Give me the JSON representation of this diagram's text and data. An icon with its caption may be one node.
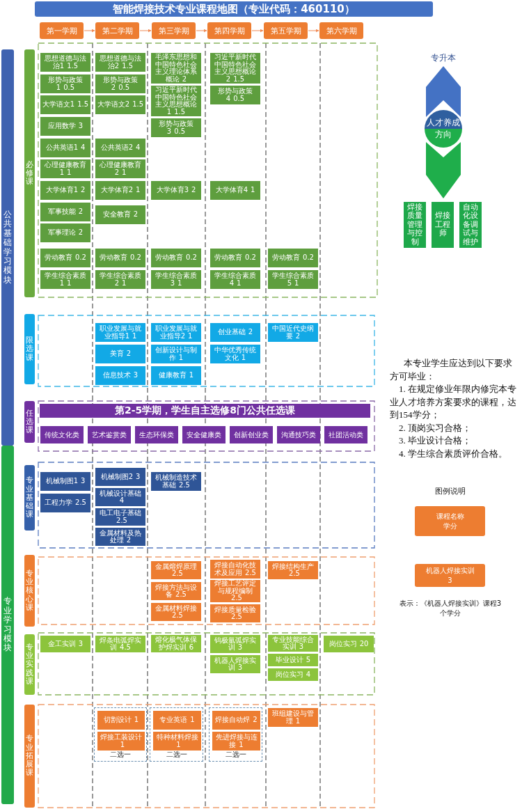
{
  "diagram": {
    "title": "智能焊接技术专业课程地图（专业代码：460110）",
    "nodes": [
      {
        "text": [
          "第一学期"
        ]
      },
      {
        "text": [
          "第二学期"
        ]
      },
      {
        "text": [
          "第三学期"
        ]
      },
      {
        "text": [
          "第四学期"
        ]
      },
      {
        "text": [
          "第五学期"
        ]
      },
      {
        "text": [
          "第六学期"
        ]
      },
      {
        "text": [
          "公共基础学习模块"
        ]
      },
      {
        "text": [
          "必修课"
        ]
      },
      {
        "text": [
          "思想道德与法治1",
          "1.5"
        ]
      },
      {
        "text": [
          "形势与政策1",
          "0.5"
        ]
      },
      {
        "text": [
          "大学语文1",
          "1.5"
        ]
      },
      {
        "text": [
          "应用数学",
          "3"
        ]
      },
      {
        "text": [
          "公共英语1",
          "4"
        ]
      },
      {
        "text": [
          "心理健康教育1",
          "1"
        ]
      },
      {
        "text": [
          "大学体育1",
          "2"
        ]
      },
      {
        "text": [
          "军事技能",
          "2"
        ]
      },
      {
        "text": [
          "军事理论",
          "2"
        ]
      },
      {
        "text": [
          "劳动教育",
          "0.2"
        ]
      },
      {
        "text": [
          "学生综合素质1",
          "1"
        ]
      },
      {
        "text": [
          "思想道德与法治2",
          "1.5"
        ]
      },
      {
        "text": [
          "形势与政策2",
          "0.5"
        ]
      },
      {
        "text": [
          "大学语文2",
          "1.5"
        ]
      },
      {
        "text": [
          "公共英语2",
          "4"
        ]
      },
      {
        "text": [
          "心理健康教育2",
          "1"
        ]
      },
      {
        "text": [
          "大学体育2",
          "1"
        ]
      },
      {
        "text": [
          "安全教育",
          "2"
        ]
      },
      {
        "text": [
          "劳动教育",
          "0.2"
        ]
      },
      {
        "text": [
          "学生综合素质2",
          "1"
        ]
      },
      {
        "text": [
          "毛泽东思想和中国特色社会主义理论体系概论",
          "2"
        ]
      },
      {
        "text": [
          "习近平新时代中国特色社会主义思想概论1",
          "1.5"
        ]
      },
      {
        "text": [
          "形势与政策3",
          "0.5"
        ]
      },
      {
        "text": [
          "大学体育3",
          "2"
        ]
      },
      {
        "text": [
          "劳动教育",
          "0.2"
        ]
      },
      {
        "text": [
          "学生综合素质3",
          "1"
        ]
      },
      {
        "text": [
          "习近平新时代中国特色社会主义思想概论2",
          "1.5"
        ]
      },
      {
        "text": [
          "形势与政策4",
          "0.5"
        ]
      },
      {
        "text": [
          "大学体育4",
          "1"
        ]
      },
      {
        "text": [
          "劳动教育",
          "0.2"
        ]
      },
      {
        "text": [
          "学生综合素质4",
          "1"
        ]
      },
      {
        "text": [
          "劳动教育",
          "0.2"
        ]
      },
      {
        "text": [
          "学生综合素质5",
          "1"
        ]
      },
      {
        "text": [
          "限选课"
        ]
      },
      {
        "text": [
          "职业发展与就业指导1",
          "1"
        ]
      },
      {
        "text": [
          "美育",
          "2"
        ]
      },
      {
        "text": [
          "信息技术",
          "3"
        ]
      },
      {
        "text": [
          "职业发展与就业指导2",
          "1"
        ]
      },
      {
        "text": [
          "创新设计与制作",
          "1"
        ]
      },
      {
        "text": [
          "健康教育",
          "1"
        ]
      },
      {
        "text": [
          "创业基础",
          "2"
        ]
      },
      {
        "text": [
          "中华优秀传统文化",
          "1"
        ]
      },
      {
        "text": [
          "中国近代史纲要",
          "2"
        ]
      },
      {
        "text": [
          "任选课"
        ]
      },
      {
        "text": [
          "第2-5学期，学生自主选修8门公共任选课"
        ]
      },
      {
        "text": [
          "传统文化类"
        ]
      },
      {
        "text": [
          "艺术鉴赏类"
        ]
      },
      {
        "text": [
          "生态环保类"
        ]
      },
      {
        "text": [
          "安全健康类"
        ]
      },
      {
        "text": [
          "创新创业类"
        ]
      },
      {
        "text": [
          "沟通技巧类"
        ]
      },
      {
        "text": [
          "社团活动类"
        ]
      },
      {
        "text": [
          "专业学习模块"
        ]
      },
      {
        "text": [
          "专业基础课"
        ]
      },
      {
        "text": [
          "机械制图1",
          "3"
        ]
      },
      {
        "text": [
          "工程力学",
          "2.5"
        ]
      },
      {
        "text": [
          "机械制图2",
          "3"
        ]
      },
      {
        "text": [
          "机械设计基础",
          "4"
        ]
      },
      {
        "text": [
          "电工电子基础",
          "2.5"
        ]
      },
      {
        "text": [
          "金属材料及热处理",
          "2"
        ]
      },
      {
        "text": [
          "机械制造技术基础",
          "2.5"
        ]
      },
      {
        "text": [
          "专业核心课"
        ]
      },
      {
        "text": [
          "金属熔焊原理",
          "2.5"
        ]
      },
      {
        "text": [
          "焊接方法与设备",
          "2.5"
        ]
      },
      {
        "text": [
          "金属材料焊接",
          "2.5"
        ]
      },
      {
        "text": [
          "焊接自动化技术及应用",
          "2.5"
        ]
      },
      {
        "text": [
          "焊接工艺评定与规程编制",
          "2.5"
        ]
      },
      {
        "text": [
          "焊接质量检验",
          "2.5"
        ]
      },
      {
        "text": [
          "焊接结构生产",
          "2.5"
        ]
      },
      {
        "text": [
          "专业实践课"
        ]
      },
      {
        "text": [
          "金工实训",
          "3"
        ]
      },
      {
        "text": [
          "焊条电弧焊实训",
          "4.5"
        ]
      },
      {
        "text": [
          "熔化极气体保护焊实训",
          "6"
        ]
      },
      {
        "text": [
          "钨极氩弧焊实训",
          "3"
        ]
      },
      {
        "text": [
          "机器人焊接实训",
          "3"
        ]
      },
      {
        "text": [
          "专业技能综合实训",
          "3"
        ]
      },
      {
        "text": [
          "毕业设计",
          "5"
        ]
      },
      {
        "text": [
          "岗位实习",
          "4"
        ]
      },
      {
        "text": [
          "岗位实习",
          "20"
        ]
      },
      {
        "text": [
          "专业拓展课"
        ]
      },
      {
        "text": [
          "二选一"
        ]
      },
      {
        "text": [
          "切割设计",
          "1"
        ],
        "in": 88
      },
      {
        "text": [
          "焊接工装设计",
          "1"
        ],
        "in": 88
      },
      {
        "text": [
          "二选一"
        ]
      },
      {
        "text": [
          "专业英语",
          "1"
        ],
        "in": 91
      },
      {
        "text": [
          "特种材料焊接",
          "1"
        ],
        "in": 91
      },
      {
        "text": [
          "二选一"
        ]
      },
      {
        "text": [
          "焊接自动焊",
          "2"
        ],
        "in": 94
      },
      {
        "text": [
          "先进焊接与连接",
          "1"
        ],
        "in": 94
      },
      {
        "text": [
          "班组建设与管理",
          "1"
        ]
      },
      {
        "text": [
          "专升本"
        ]
      },
      {
        "text": [
          "人才养成方向"
        ]
      },
      {
        "text": [
          "焊接质量管理与控制"
        ]
      },
      {
        "text": [
          "焊接工程师"
        ]
      },
      {
        "text": [
          "自动化设备调试与维护"
        ]
      },
      {
        "text": [
          "课程名称",
          "学分"
        ]
      },
      {
        "text": [
          "机器人焊接实训",
          "3"
        ]
      }
    ],
    "edges": [
      {
        "from": 0,
        "to": 1,
        "arrow": "to"
      },
      {
        "from": 1,
        "to": 2,
        "arrow": "to"
      },
      {
        "from": 2,
        "to": 3,
        "arrow": "to"
      },
      {
        "from": 3,
        "to": 4,
        "arrow": "to"
      },
      {
        "from": 4,
        "to": 5,
        "arrow": "to"
      },
      {
        "from": 99,
        "to": 98,
        "arrow": "to",
        "color": "#4472c4"
      },
      {
        "from": 99,
        "to": 100,
        "arrow": "to",
        "color": "#1fae4b"
      },
      {
        "from": 99,
        "to": 101,
        "arrow": "to",
        "color": "#1fae4b"
      },
      {
        "from": 99,
        "to": 102,
        "arrow": "to",
        "color": "#1fae4b"
      }
    ],
    "labels": [
      "本专业学生应达到以下要求方可毕业：",
      "1. 在规定修业年限内修完本专业人才培养方案要求的课程，达到154学分；",
      "2. 顶岗实习合格；",
      "3. 毕业设计合格；",
      "4. 学生综合素质评价合格。",
      "图例说明",
      "表示：《机器人焊接实训》课程3个学分"
    ]
  }
}
